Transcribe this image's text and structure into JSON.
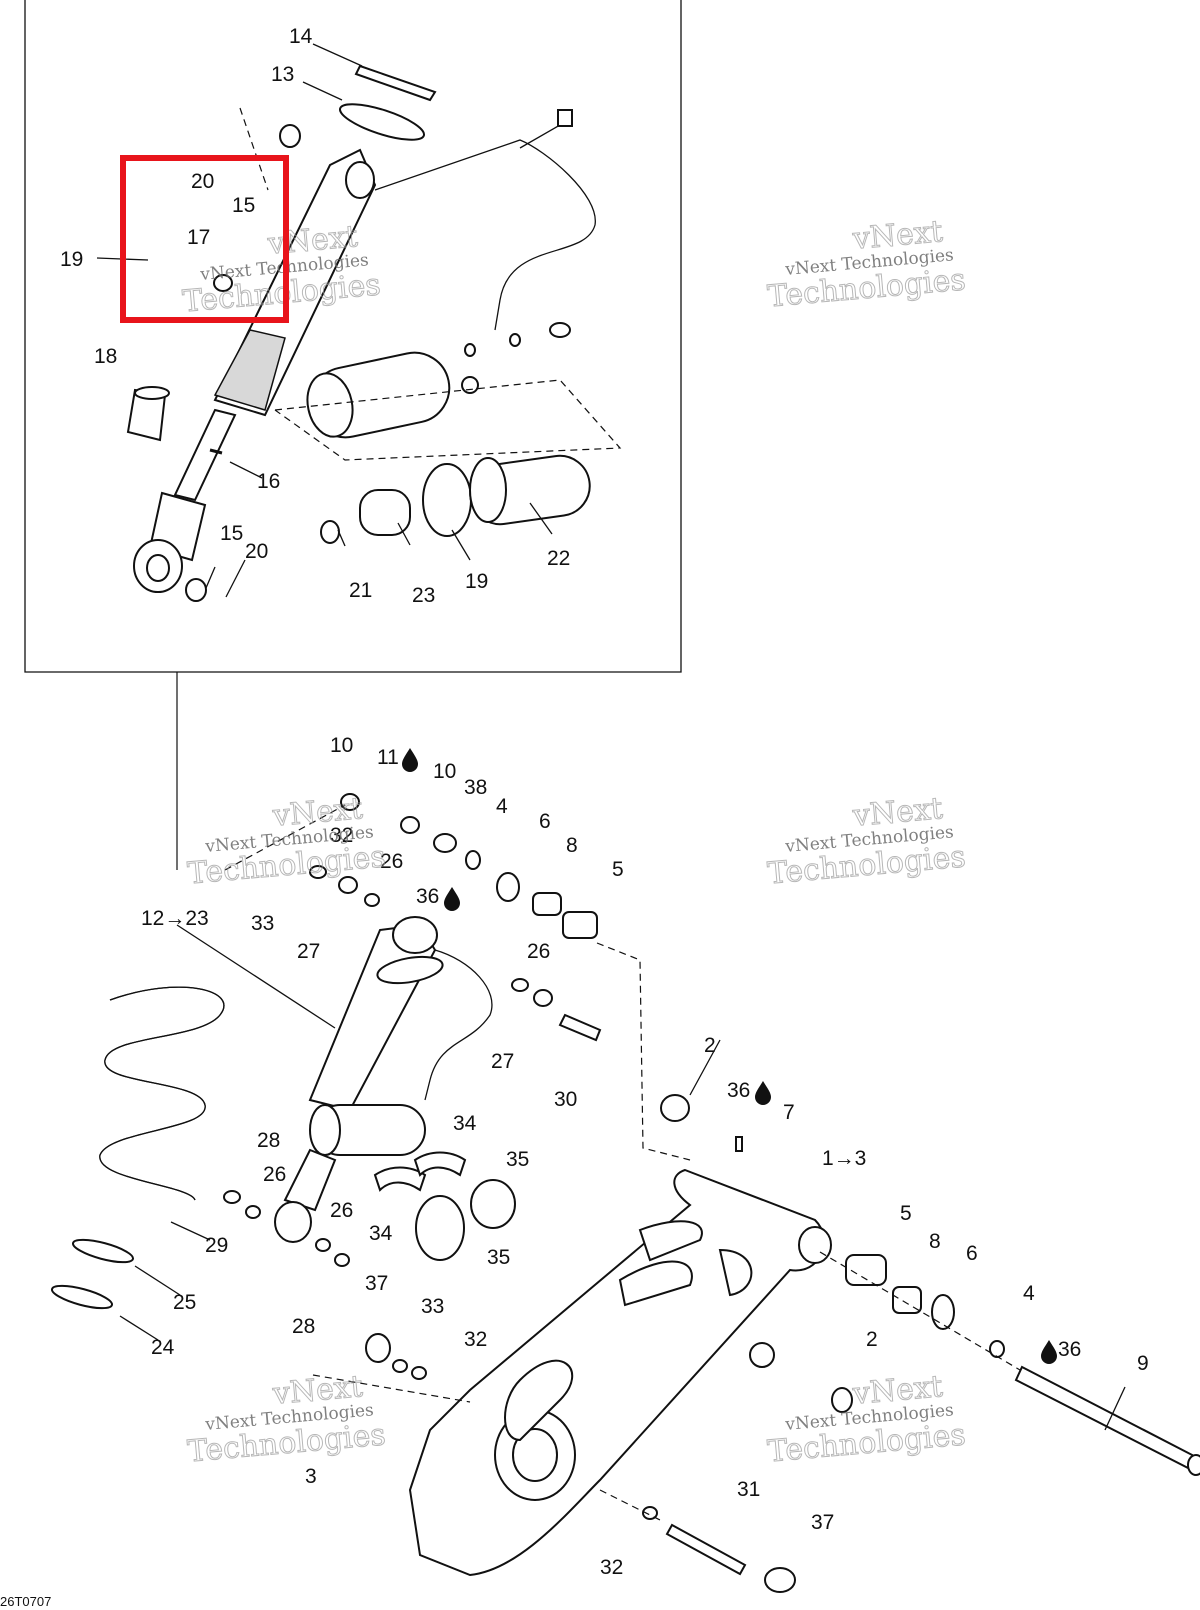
{
  "diagram_code": "26T0707",
  "watermark": {
    "line1": "vNext Technologies",
    "line2": "Technologies",
    "line3": "vNext"
  },
  "highlight_color": "#e8141b",
  "callouts": {
    "c14": "14",
    "c13": "13",
    "c20a": "20",
    "c15a": "15",
    "c17": "17",
    "c19a": "19",
    "c18": "18",
    "c16": "16",
    "c15b": "15",
    "c20b": "20",
    "c21": "21",
    "c23": "23",
    "c19b": "19",
    "c22": "22",
    "c10a": "10",
    "c11": "11",
    "c10b": "10",
    "c38": "38",
    "c4a": "4",
    "c6a": "6",
    "c8a": "8",
    "c5a": "5",
    "c32a": "32",
    "c26a": "26",
    "c36a": "36",
    "c33a": "33",
    "c27a": "27",
    "c12to23": "12→23",
    "c26b": "26",
    "c27b": "27",
    "c30": "30",
    "c2a": "2",
    "c36b": "36",
    "c7": "7",
    "c1to3": "1→3",
    "c34a": "34",
    "c35a": "35",
    "c28a": "28",
    "c26c": "26",
    "c26d": "26",
    "c34b": "34",
    "c35b": "35",
    "c29": "29",
    "c5b": "5",
    "c8b": "8",
    "c6b": "6",
    "c25": "25",
    "c37a": "37",
    "c33b": "33",
    "c4b": "4",
    "c36c": "36",
    "c24": "24",
    "c28b": "28",
    "c32b": "32",
    "c2b": "2",
    "c9": "9",
    "c3": "3",
    "c31": "31",
    "c37b": "37",
    "c32c": "32"
  }
}
